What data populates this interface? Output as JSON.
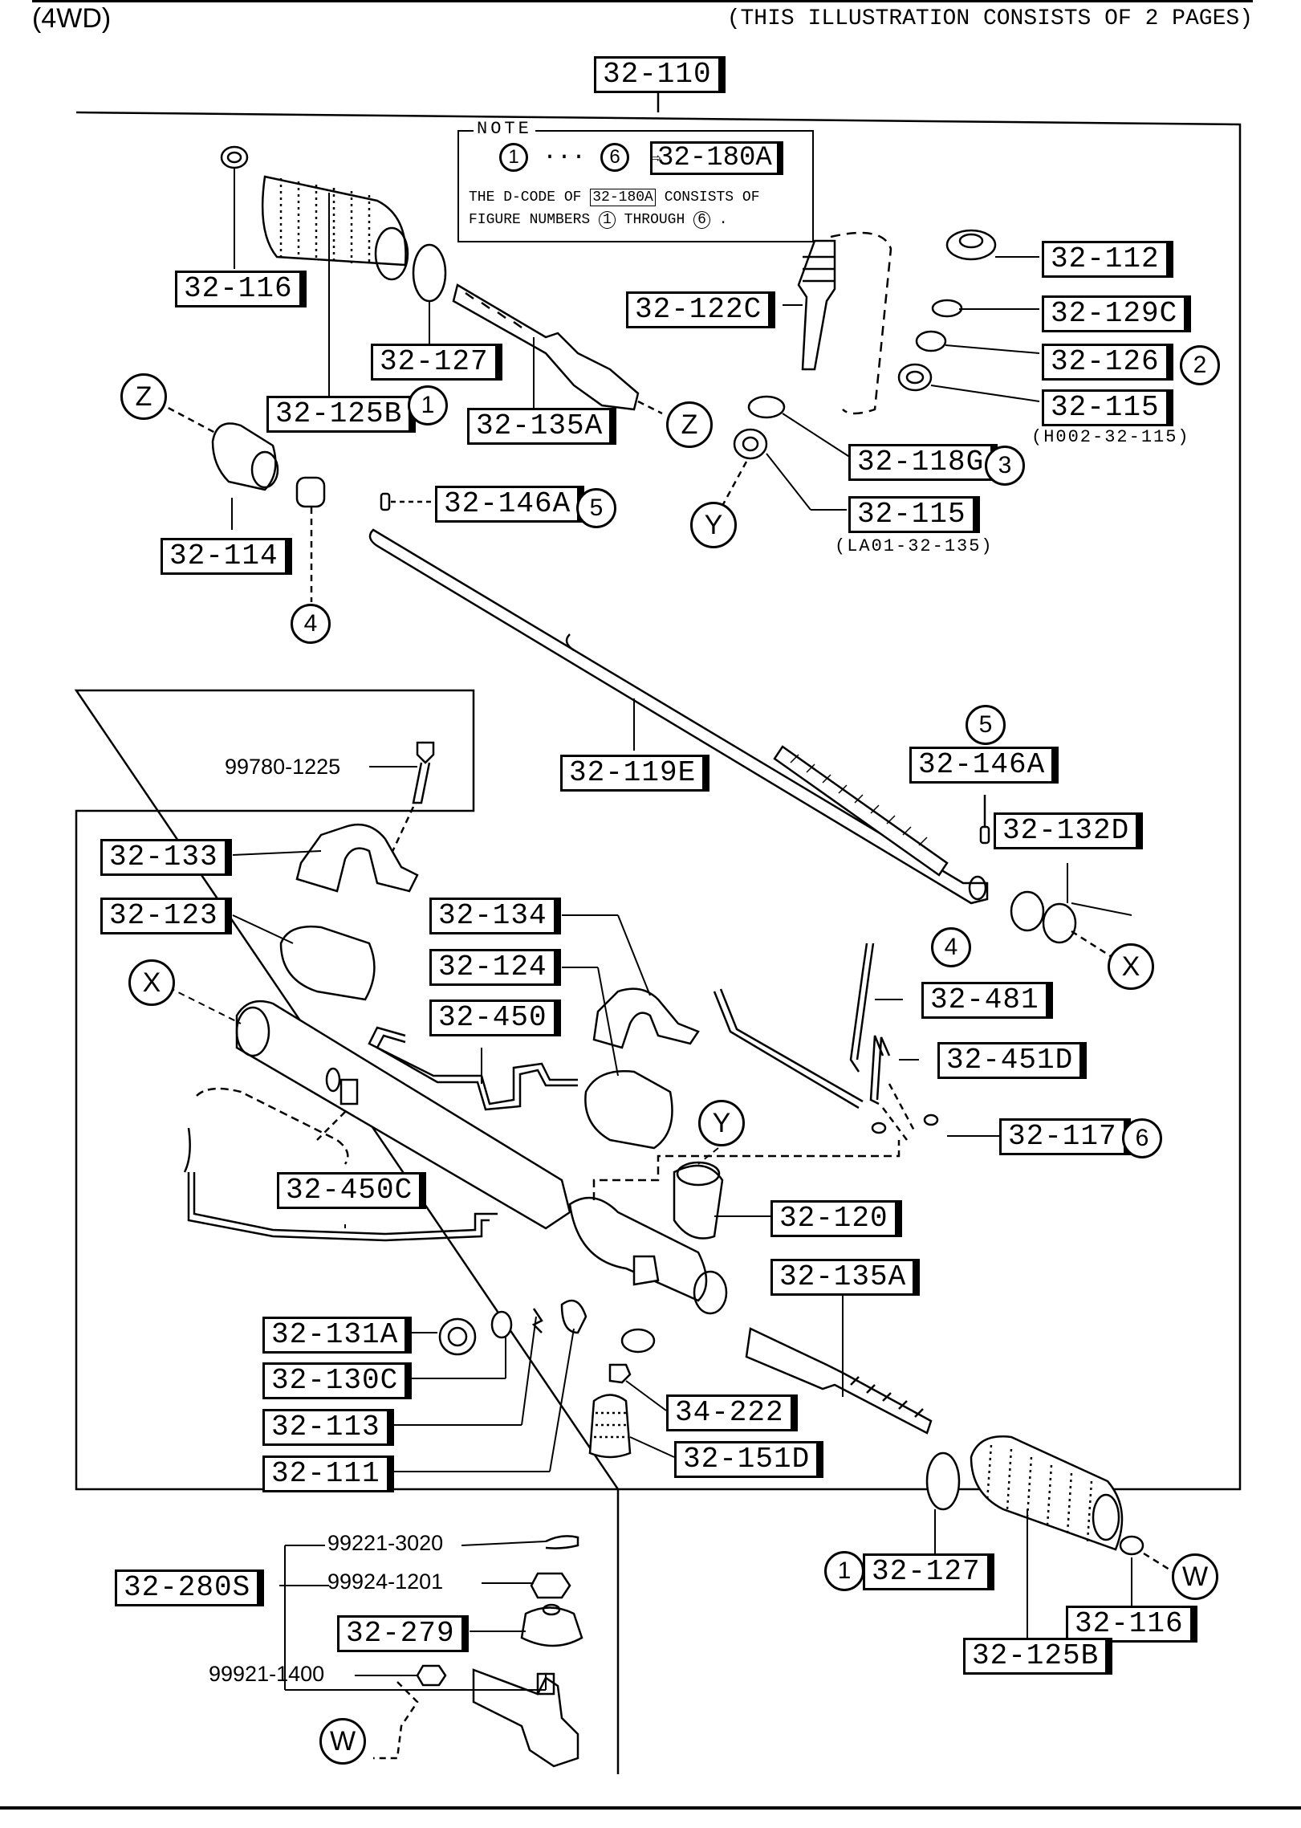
{
  "header": {
    "left": "(4WD)",
    "right": "(THIS ILLUSTRATION CONSISTS OF  2 PAGES)"
  },
  "note": {
    "title": "NOTE",
    "range_start": "1",
    "ellipsis": "···",
    "range_end": "6",
    "arrow": "⇨",
    "code": "32-180A",
    "line2_a": "THE D-CODE OF",
    "line2_box": "32-180A",
    "line2_b": "CONSISTS OF",
    "line3_a": "FIGURE NUMBERS",
    "line3_c1": "1",
    "line3_b": "THROUGH",
    "line3_c2": "6",
    "line3_end": "."
  },
  "labels": {
    "l32_110": "32-110",
    "l32_112": "32-112",
    "l32_116_top": "32-116",
    "l32_122C": "32-122C",
    "l32_129C": "32-129C",
    "l32_127_top": "32-127",
    "l32_126": "32-126",
    "l32_125B_top": "32-125B",
    "l32_135A_top": "32-135A",
    "l32_115_top": "32-115",
    "l32_115_top_sub": "(H002-32-115)",
    "l32_118G": "32-118G",
    "l32_146A_top": "32-146A",
    "l32_115_mid": "32-115",
    "l32_115_mid_sub": "(LA01-32-135)",
    "l32_114": "32-114",
    "l99780": "99780-1225",
    "l32_119E": "32-119E",
    "l32_146A_mid": "32-146A",
    "l32_132D": "32-132D",
    "l32_133": "32-133",
    "l32_123": "32-123",
    "l32_134": "32-134",
    "l32_124": "32-124",
    "l32_481": "32-481",
    "l32_450": "32-450",
    "l32_451D": "32-451D",
    "l32_117": "32-117",
    "l32_450C": "32-450C",
    "l32_120": "32-120",
    "l32_135A_bot": "32-135A",
    "l32_131A": "32-131A",
    "l32_130C": "32-130C",
    "l32_113": "32-113",
    "l34_222": "34-222",
    "l32_111": "32-111",
    "l32_151D": "32-151D",
    "l99221": "99221-3020",
    "l99924": "99924-1201",
    "l32_280S": "32-280S",
    "l32_279": "32-279",
    "l32_127_bot": "32-127",
    "l32_116_bot": "32-116",
    "l99921": "99921-1400",
    "l32_125B_bot": "32-125B"
  },
  "callouts": {
    "c1": "1",
    "c2": "2",
    "c3": "3",
    "c4": "4",
    "c5": "5",
    "c6": "6",
    "Z": "Z",
    "Y": "Y",
    "X": "X",
    "W": "W"
  }
}
